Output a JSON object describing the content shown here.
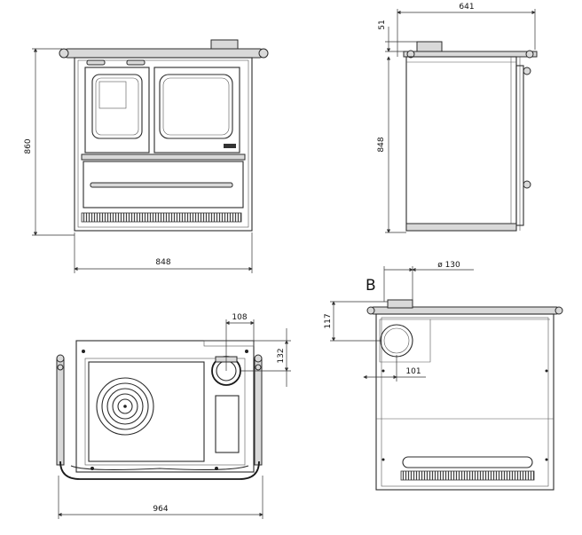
{
  "dimensions": {
    "front_height": "860",
    "front_width": "848",
    "side_top_offset": "51",
    "side_depth": "641",
    "side_height": "848",
    "flue_offset_x": "108",
    "flue_offset_y": "132",
    "top_width": "964",
    "flue_diameter": "ø 130",
    "rear_flue_height": "117",
    "rear_flue_side": "101"
  },
  "labels": {
    "view_b": "B"
  }
}
